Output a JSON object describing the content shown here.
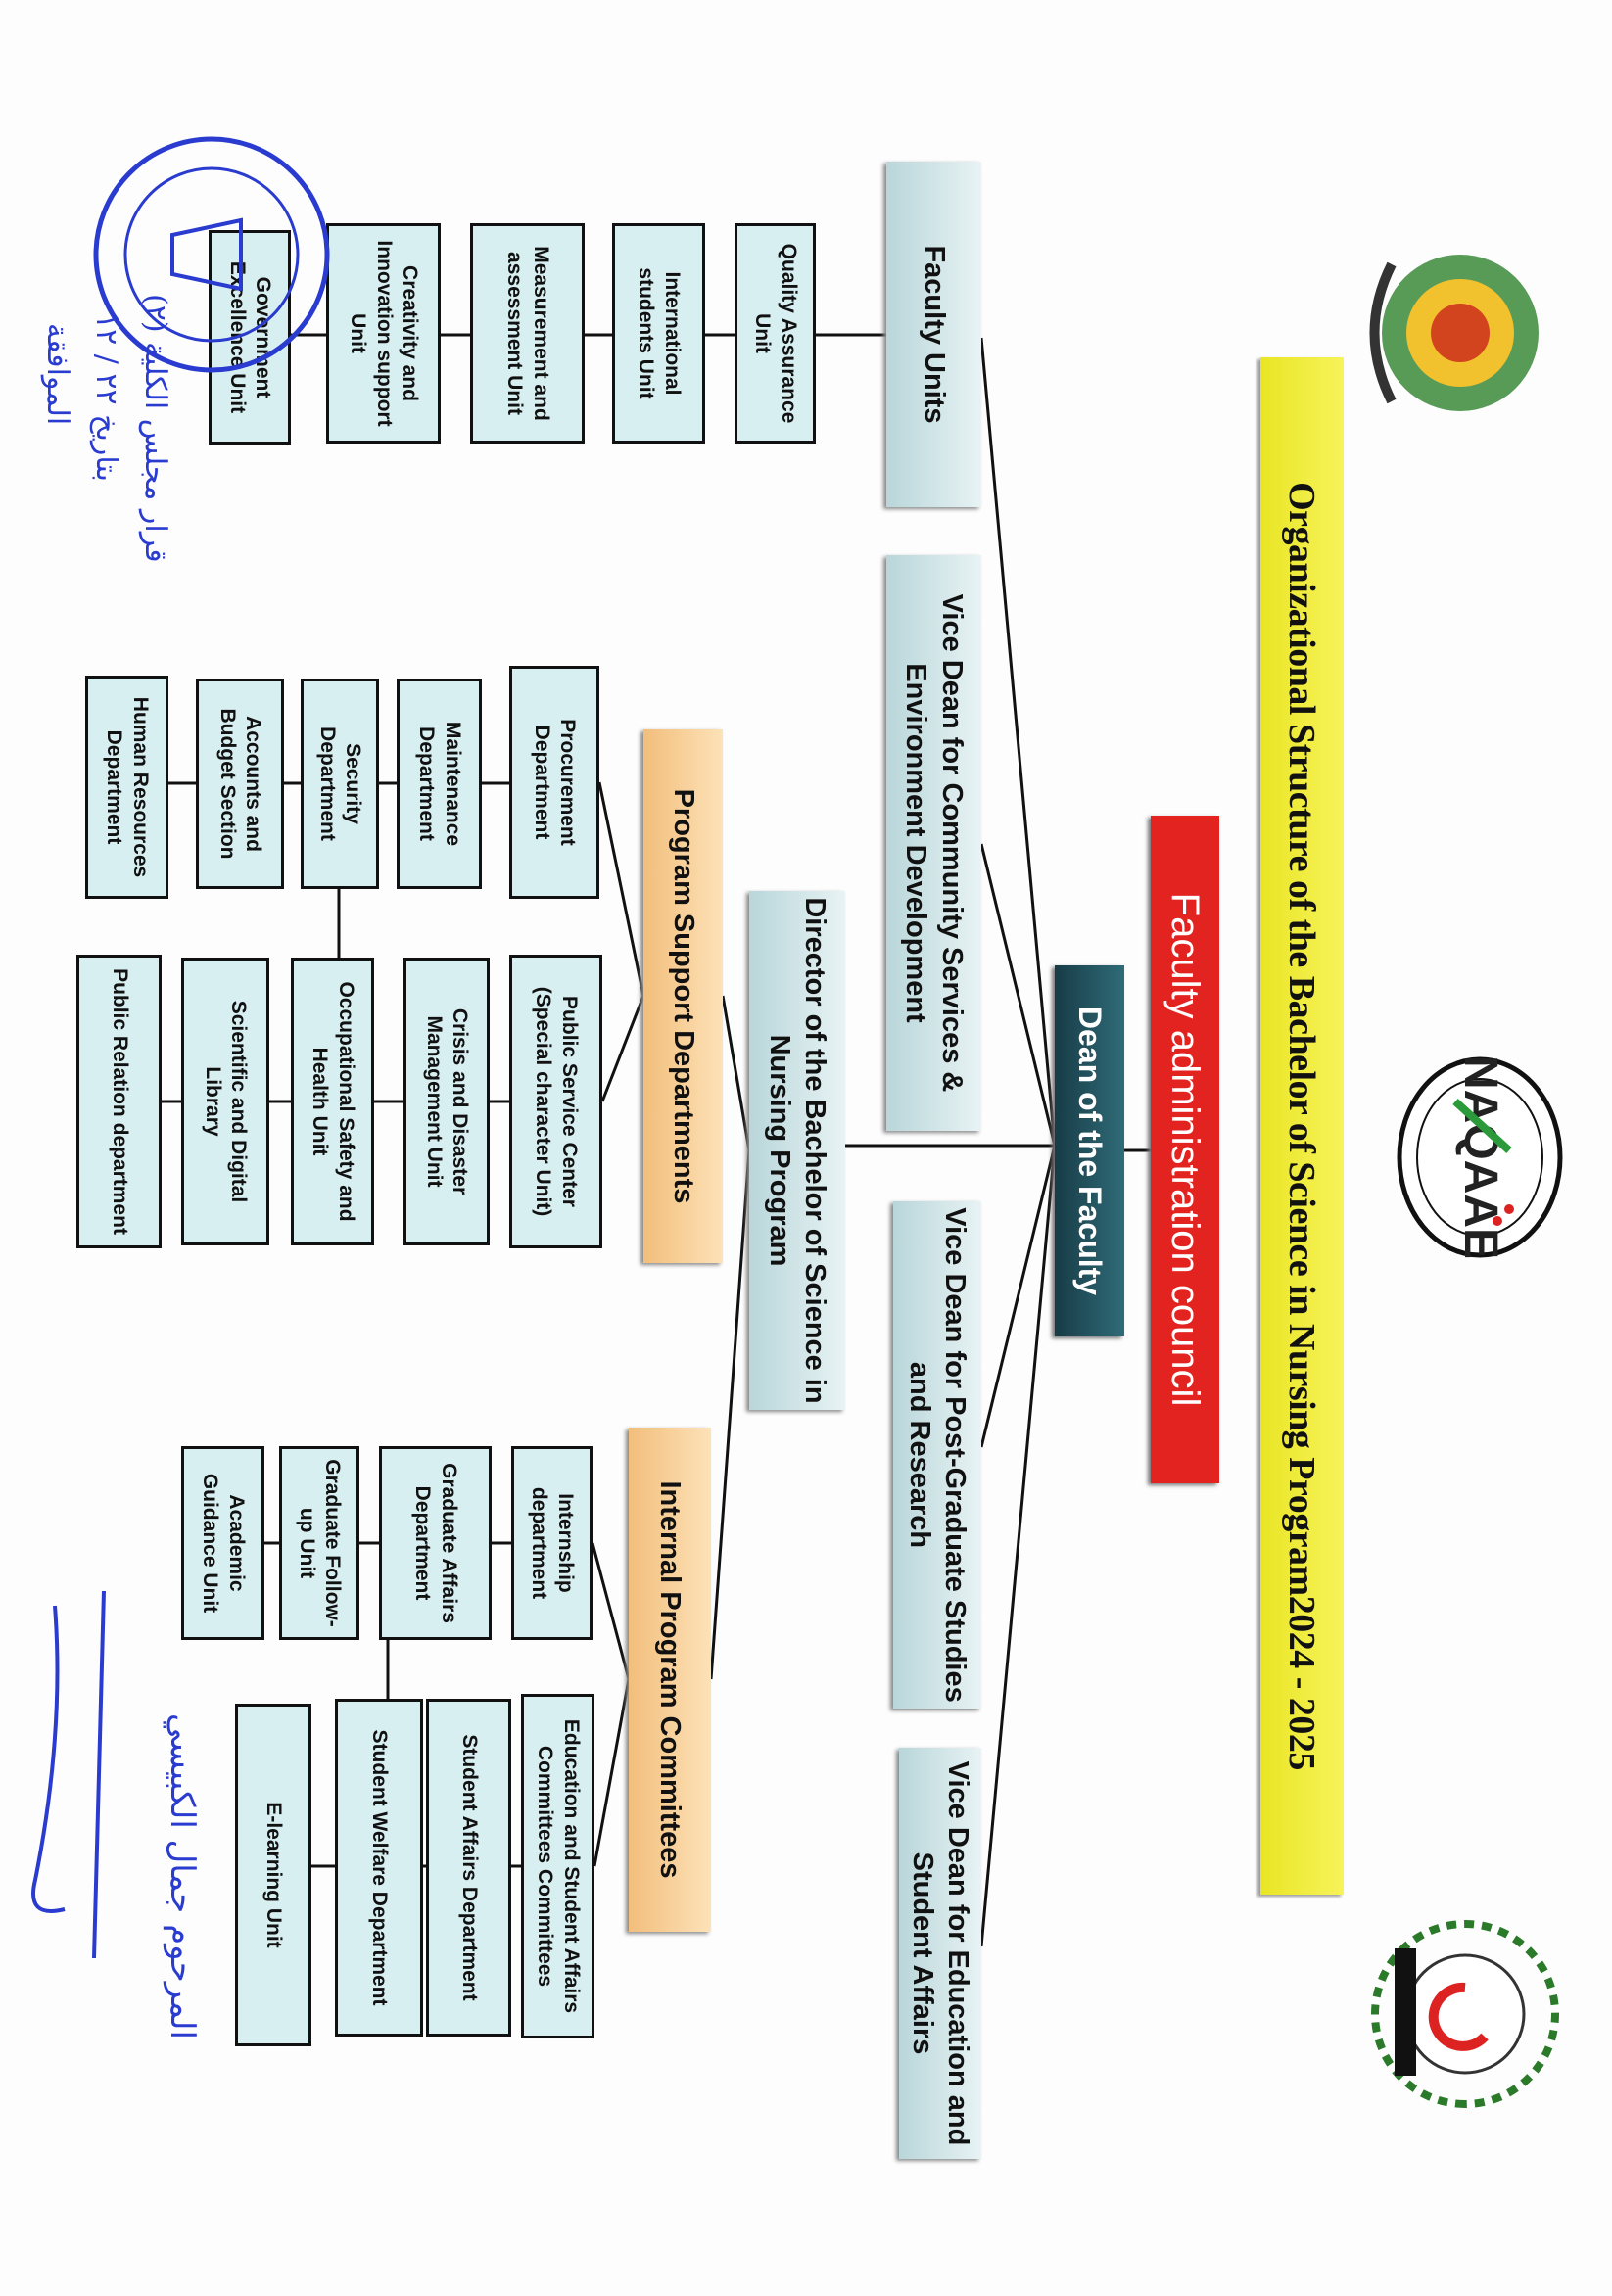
{
  "title": "Organizational Structure of the Bachelor of Science in Nursing Program2024 - 2025",
  "council": "Faculty administration council",
  "dean": "Dean of the Faculty",
  "branches": {
    "faculty_units": "Faculty Units",
    "vd_community": "Vice Dean for Community Services & Environment Development",
    "vd_postgrad": "Vice Dean for Post-Graduate Studies and Research",
    "vd_education": "Vice Dean for Education and Student Affairs"
  },
  "director": "Director of the Bachelor of Science in Nursing Program",
  "program_support": {
    "label": "Program Support Departments",
    "left": [
      "Procurement Department",
      "Maintenance Department",
      "Security Department",
      "Accounts and Budget Section",
      "Human Resources Department"
    ],
    "right": [
      "Public Service Center (Special character Unit)",
      "Crisis and Disaster Management Unit",
      "Occupational Safety and Health Unit",
      "Scientific and Digital Library",
      "Public Relation department"
    ]
  },
  "internal_committees": {
    "label": "Internal Program Committees",
    "left": [
      "Internship department",
      "Graduate Affairs Department",
      "Graduate Follow-up Unit",
      "Academic Guidance Unit"
    ],
    "right": [
      "Education and Student Affairs Committees Committees",
      "Student Affairs Department",
      "Student Welfare Department",
      "E-learning Unit"
    ]
  },
  "faculty_unit_list": [
    "Quality Assurance Unit",
    "International students Unit",
    "Measurement and assessment Unit",
    "Creativity and Innovation support Unit",
    "Government Excellence Unit"
  ],
  "handwriting": {
    "decision": "قرار مجلس الكلية (٢)",
    "date": "بتاريخ ٢٢ / ١٢",
    "approval": "الموافقة",
    "signature_name": "المرحوم جمال الكبيسي"
  },
  "colors": {
    "title": "#f4f03a",
    "council": "#e2231f",
    "dean": "#1f4e5a",
    "leaf": "#d8eff2",
    "mid": "#f4c886",
    "ink": "#2a3bd0"
  }
}
